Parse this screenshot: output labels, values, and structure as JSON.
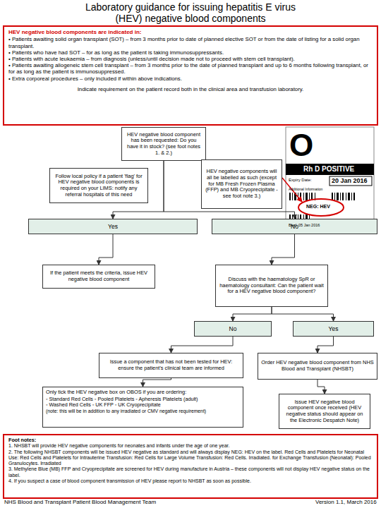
{
  "diagram": {
    "title": "Laboratory guidance for issuing hepatitis E virus (HEV) negative blood components",
    "nodes": [
      {
        "text": [
          "HEV negative blood components are indicated in:",
          "• Patients awaiting solid organ transplant (SOT) – from 3 months prior to date of planned elective SOT or from the date of listing for a solid organ transplant.",
          "• Patients who have had SOT – for as long as the patient is taking immunosuppressants.",
          "• Patients with acute leukaemia – from diagnosis (unless/until decision made not to proceed with stem cell transplant).",
          "• Patients awaiting allogeneic stem cell transplant – from 3 months prior to the date of planned transplant and up to 6 months following transplant, or for as long as the patient is immunosuppressed.",
          "• Extra corporeal procedures – only included if within above indications.",
          "Indicate requirement on the patient record both in the clinical area and transfusion laboratory."
        ]
      },
      {
        "text": [
          "HEV negative blood component has been requested: Do you have it in stock? (see foot notes 1. & 2.)"
        ]
      },
      {
        "text": [
          "Follow local policy if a patient 'flag' for HEV negative blood components is required on your LIMS: notify any referral hospitals of this need"
        ]
      },
      {
        "text": [
          "HEV negative components will all be labelled as such (except for MB Fresh Frozen Plasma (FFP) and MB Cryoprecipitate - see foot note 3.)"
        ]
      },
      {
        "text": [
          "Yes"
        ]
      },
      {
        "text": [
          "No"
        ]
      },
      {
        "text": [
          "If the patient meets the criteria, issue HEV negative blood component"
        ]
      },
      {
        "text": [
          "Discuss with the haematology SpR or haematology consultant: Can the patient wait for a HEV negative blood component?"
        ]
      },
      {
        "text": [
          "No"
        ]
      },
      {
        "text": [
          "Yes"
        ]
      },
      {
        "text": [
          "Issue a component that has not been tested for HEV: ensure the patient's clinical team are informed"
        ]
      },
      {
        "text": [
          "Order HEV negative blood component from NHS Blood and Transplant (NHSBT)"
        ]
      },
      {
        "text": [
          "Only tick the HEV negative box on OBOS if you are ordering:",
          "◦ Standard Red Cells ◦ Pooled Platelets ◦ Apheresis Platelets (adult)",
          "◦ Washed Red Cells ◦ UK FFP ◦ UK Cryoprecipitate",
          "(note: this will be in addition to any irradiated or CMV negative requirement)"
        ]
      },
      {
        "text": [
          "Issue HEV negative blood component once received (HEV negative status should appear on the Electronic Despatch Note)"
        ]
      },
      {
        "text": [
          "Foot notes:",
          "1. NHSBT will provide HEV negative components for neonates and infants under the age of one year.",
          "2. The following NHSBT components will be issued HEV negative as standard and will always display NEG: HEV on the label. Red Cells and Platelets for Neonatal Use: Red Cells and Platelets for Intrauterine Transfusion: Red Cells for Large Volume Transfusion: Red Cells. Irradiated. for Exchange Transfusion (Neonatal): Pooled Granulocytes. Irradiated",
          "3. Methylene Blue (MB) FFP and Cryoprecipitate are screened for HEV during manufacture in Austria – these components will not display HEV negative status on the label.",
          "4. If you suspect a case of blood component transmission of HEV please report to NHSBT as soon as possible."
        ]
      }
    ],
    "edges": [
      {
        "from": 1,
        "to": 4,
        "arrow": "to"
      },
      {
        "from": 1,
        "to": 5,
        "arrow": "to"
      },
      {
        "from": 4,
        "to": 6,
        "arrow": "to"
      },
      {
        "from": 5,
        "to": 7,
        "arrow": "to"
      },
      {
        "from": 7,
        "to": 8,
        "arrow": "to"
      },
      {
        "from": 7,
        "to": 9,
        "arrow": "to"
      },
      {
        "from": 8,
        "to": 10,
        "arrow": "to"
      },
      {
        "from": 10,
        "to": 12,
        "arrow": "to"
      },
      {
        "from": 9,
        "to": 11,
        "arrow": "to"
      },
      {
        "from": 11,
        "to": 13,
        "arrow": "to"
      }
    ],
    "labels": [
      "O",
      "Rh D POSITIVE",
      "Expiry Date:",
      "20 Jan 2016",
      "Additional Information",
      "NEG: HEV",
      "Bled: 05 Jan 2016",
      "NHS Blood and Transplant Patient Blood Management Team",
      "Version 1.1, March 2016"
    ]
  }
}
